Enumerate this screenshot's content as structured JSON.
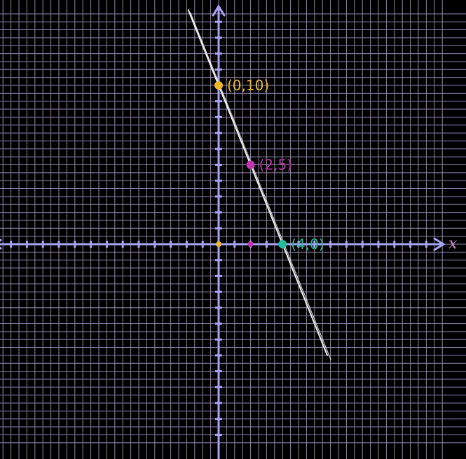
{
  "chart_data": {
    "type": "line",
    "x_axis_label": "x",
    "xlim": [
      -13.5,
      14
    ],
    "ylim": [
      -12.5,
      14.8
    ],
    "grid": true,
    "grid_step": 0.5,
    "tick_step": 1,
    "line": {
      "equation": "y = -5/2 x + 10",
      "color": "#f2f2f2",
      "x_start": -1.9,
      "x_end": 6.8
    },
    "points": [
      {
        "x": 0,
        "y": 10,
        "label": "(0,10)",
        "color": "#f0b829"
      },
      {
        "x": 2,
        "y": 5,
        "label": "(2,5)",
        "color": "#c433b0"
      },
      {
        "x": 4,
        "y": 0,
        "label": "(4,0)",
        "color": "#1fbf9a"
      }
    ],
    "axis_tick_dots": [
      {
        "x": 0,
        "y": 0,
        "color": "#f0b829"
      },
      {
        "x": 2,
        "y": 0,
        "color": "#c433b0"
      }
    ],
    "colors": {
      "background": "#000000",
      "grid": "#b9b0dd",
      "axis": "#a9a3f4",
      "axis_label": "#d48ec8"
    }
  }
}
